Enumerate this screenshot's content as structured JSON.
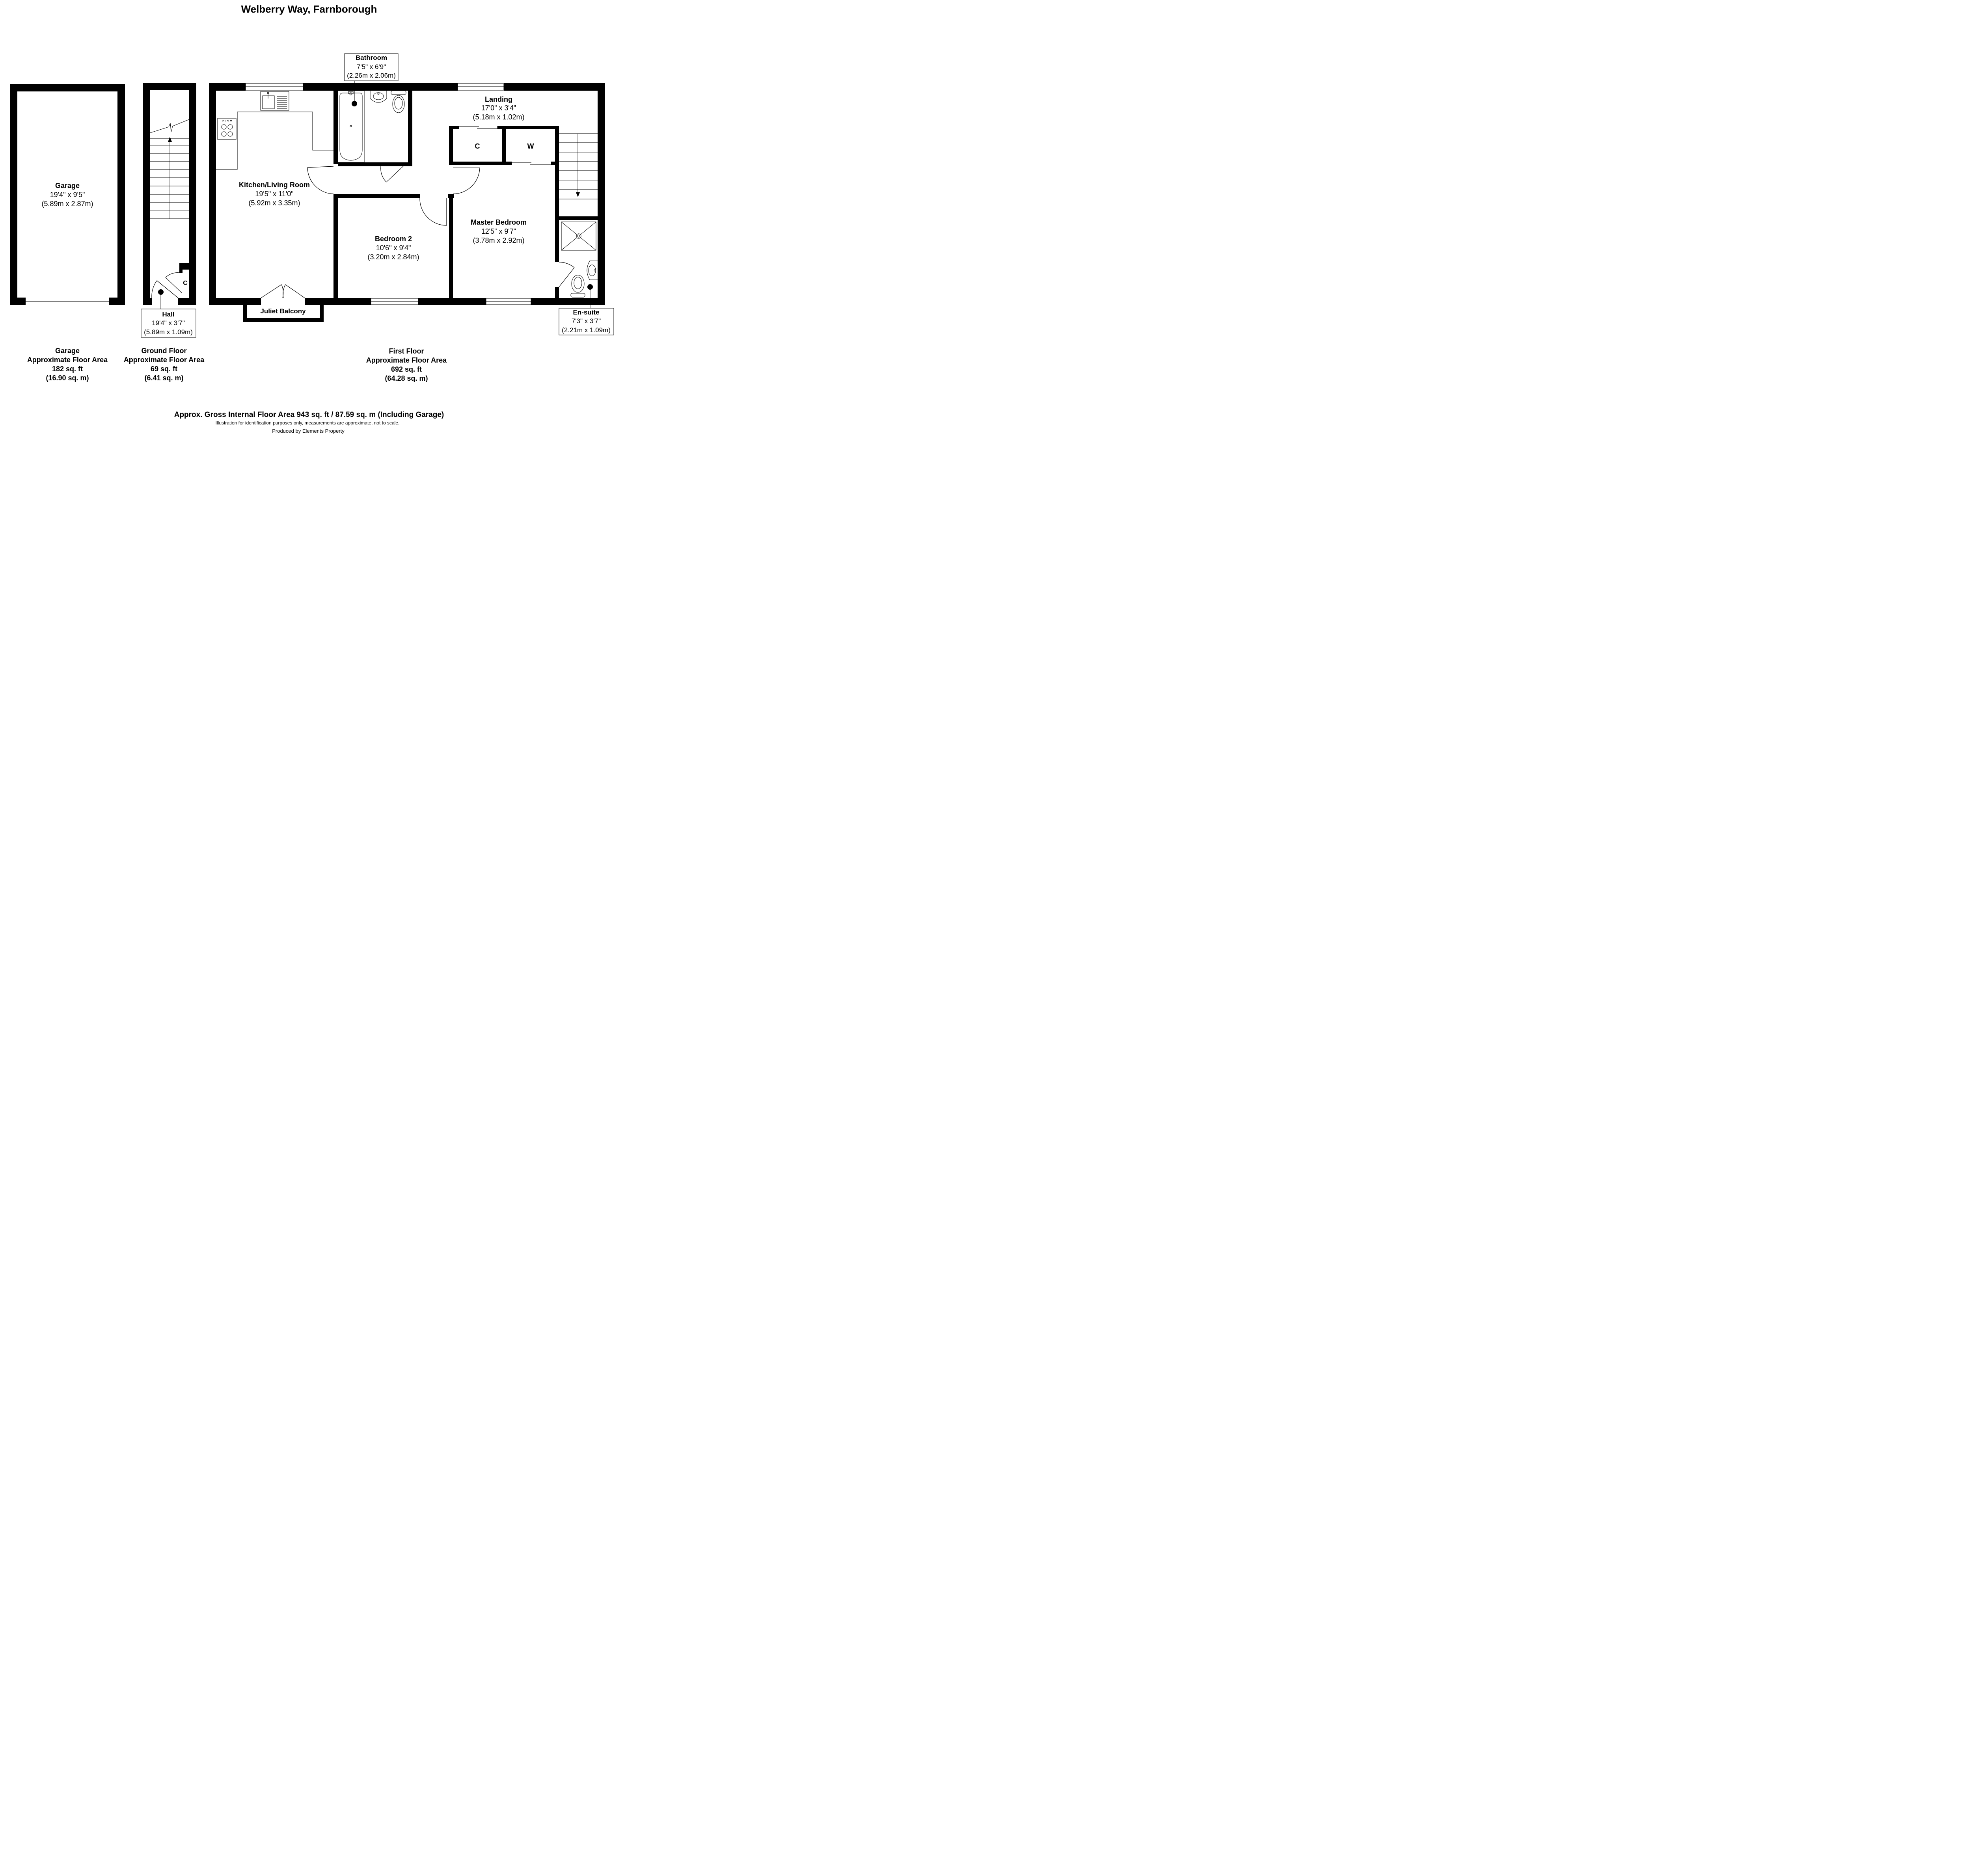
{
  "title": "Welberry Way, Farnborough",
  "rooms": {
    "garage": {
      "name": "Garage",
      "imperial": "19'4\" x 9'5\"",
      "metric": "(5.89m x 2.87m)"
    },
    "kitchen": {
      "name": "Kitchen/Living Room",
      "imperial": "19'5\" x 11'0\"",
      "metric": "(5.92m x 3.35m)"
    },
    "bathroom": {
      "name": "Bathroom",
      "imperial": "7'5\" x 6'9\"",
      "metric": "(2.26m x 2.06m)"
    },
    "landing": {
      "name": "Landing",
      "imperial": "17'0\" x 3'4\"",
      "metric": "(5.18m x 1.02m)"
    },
    "bedroom2": {
      "name": "Bedroom 2",
      "imperial": "10'6\" x 9'4\"",
      "metric": "(3.20m x 2.84m)"
    },
    "master": {
      "name": "Master Bedroom",
      "imperial": "12'5\" x 9'7\"",
      "metric": "(3.78m x 2.92m)"
    },
    "hall": {
      "name": "Hall",
      "imperial": "19'4\" x 3'7\"",
      "metric": "(5.89m x 1.09m)"
    },
    "ensuite": {
      "name": "En-suite",
      "imperial": "7'3\" x 3'7\"",
      "metric": "(2.21m x 1.09m)"
    },
    "balcony": {
      "name": "Juliet Balcony"
    },
    "cupboard_c": "C",
    "wardrobe_w": "W",
    "hall_cupboard_c": "C"
  },
  "areas": {
    "garage": {
      "title": "Garage",
      "label": "Approximate Floor Area",
      "sqft": "182 sq. ft",
      "sqm": "(16.90 sq. m)"
    },
    "ground": {
      "title": "Ground Floor",
      "label": "Approximate Floor Area",
      "sqft": "69 sq. ft",
      "sqm": "(6.41 sq. m)"
    },
    "first": {
      "title": "First Floor",
      "label": "Approximate Floor Area",
      "sqft": "692 sq. ft",
      "sqm": "(64.28 sq. m)"
    }
  },
  "footer": {
    "gross": "Approx. Gross Internal Floor Area 943 sq. ft / 87.59 sq. m (Including Garage)",
    "disclaimer": "Illustration for identification purposes only, measurements are approximate, not to scale.",
    "credit": "Produced by Elements Property"
  },
  "colors": {
    "wall": "#000000",
    "fixture": "#000000",
    "background": "#ffffff"
  }
}
